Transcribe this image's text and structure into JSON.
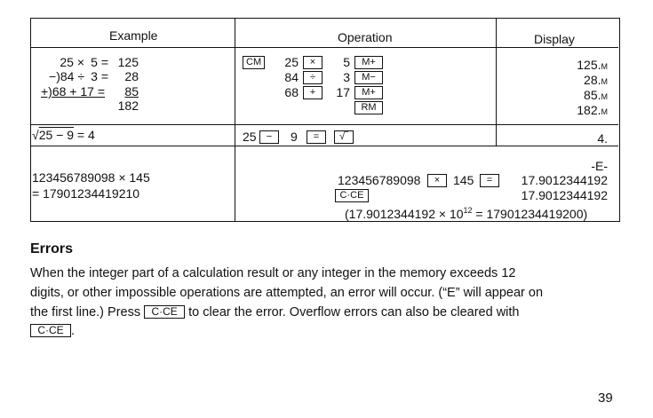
{
  "table": {
    "headers": {
      "example": "Example",
      "operation": "Operation",
      "display": "Display"
    },
    "row1": {
      "ex_lines": [
        {
          "a": "25 ×",
          "b": "5 =",
          "c": "125"
        },
        {
          "a": "−)84 ÷",
          "b": "3 =",
          "c": "28"
        },
        {
          "a": "+)68 + 17 =",
          "b": "",
          "c": "85"
        }
      ],
      "ex_total": "182",
      "op_lines": [
        {
          "k1": "CM",
          "n1": "25",
          "k2": "×",
          "n2": "5",
          "k3": "M+"
        },
        {
          "k1": "",
          "n1": "84",
          "k2": "÷",
          "n2": "3",
          "k3": "M−"
        },
        {
          "k1": "",
          "n1": "68",
          "k2": "+",
          "n2": "17",
          "k3": "M+"
        }
      ],
      "op_rm": "RM",
      "disp": [
        "125.",
        "28.",
        "85.",
        "182."
      ],
      "disp_suffix": "M"
    },
    "row2": {
      "ex_root": "√",
      "ex_expr": "25 − 9",
      "ex_result": " = 4",
      "op": {
        "n1": "25",
        "k1": "−",
        "n2": "9",
        "k2": "=",
        "k3": "√‾"
      },
      "disp": "4."
    },
    "row3": {
      "ex_line1": "123456789098 × 145",
      "ex_line2": "= 17901234419210",
      "op_line1_num": "123456789098",
      "op_line1_key": "×",
      "op_line1_num2": "145",
      "op_line1_key2": "=",
      "op_line2_key": "C·CE",
      "op_line3_pre": "(17.9012344192 × 10",
      "op_line3_exp": "12",
      "op_line3_post": " = 17901234419200)",
      "disp_e": "-E-",
      "disp1": "17.9012344192",
      "disp2": "17.9012344192"
    }
  },
  "errors": {
    "heading": "Errors",
    "line1": "When the integer part of a calculation result or any integer in the memory exceeds 12",
    "line2": "digits, or other impossible operations are attempted, an error will occur.  (“E” will appear on",
    "line3_pre": "the first line.) Press",
    "key": "C·CE",
    "line3_post": "to clear the error. Overflow errors can also be cleared with",
    "line4_post": "."
  },
  "page_number": "39"
}
